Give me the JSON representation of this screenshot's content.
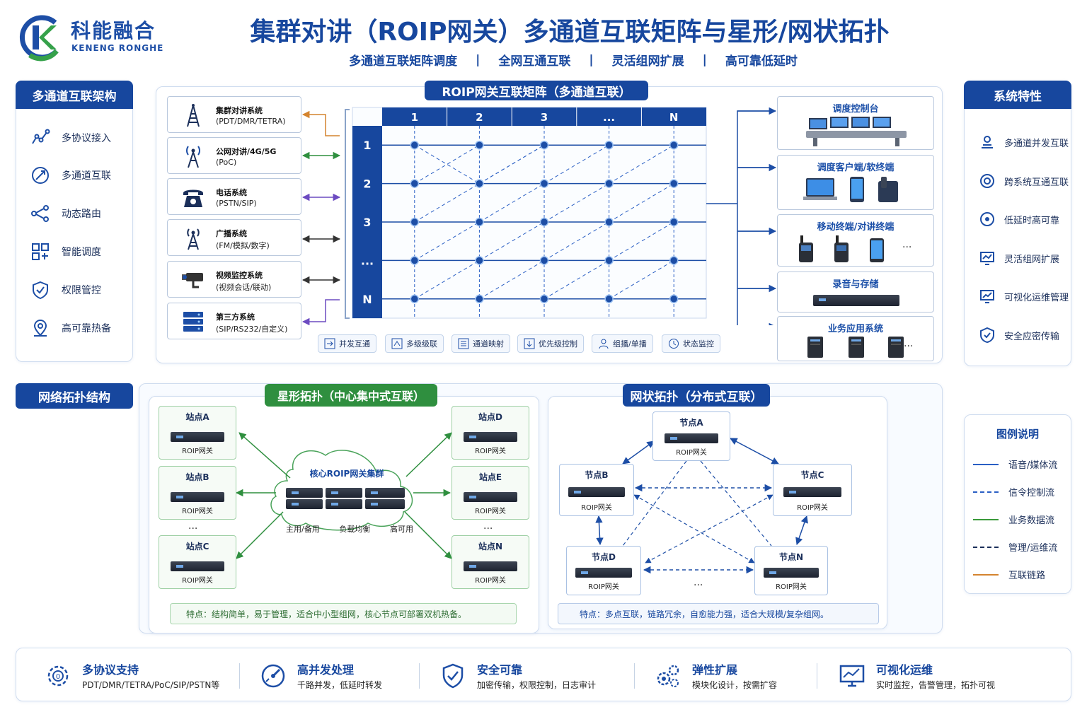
{
  "header": {
    "logo_cn": "科能融合",
    "logo_en": "KENENG RONGHE",
    "title": "集群对讲（ROIP网关）多通道互联矩阵与星形/网状拓扑",
    "subtitle_items": [
      "多通道互联矩阵调度",
      "全网互通互联",
      "灵活组网扩展",
      "高可靠低延时"
    ],
    "separator": "|"
  },
  "left_panel": {
    "title": "多通道互联架构",
    "items": [
      {
        "label": "多协议接入",
        "icon": "multi-protocol-icon"
      },
      {
        "label": "多通道互联",
        "icon": "multi-channel-icon"
      },
      {
        "label": "动态路由",
        "icon": "routing-icon"
      },
      {
        "label": "智能调度",
        "icon": "dispatch-icon"
      },
      {
        "label": "权限管控",
        "icon": "shield-icon"
      },
      {
        "label": "高可靠热备",
        "icon": "backup-icon"
      }
    ]
  },
  "matrix": {
    "title": "ROIP网关互联矩阵（多通道互联）",
    "sources": [
      {
        "name": "集群对讲系统",
        "detail": "(PDT/DMR/TETRA)",
        "icon": "radio-tower-icon"
      },
      {
        "name": "公网对讲/4G/5G",
        "detail": "(PoC)",
        "icon": "antenna-icon"
      },
      {
        "name": "电话系统",
        "detail": "(PSTN/SIP)",
        "icon": "telephone-icon"
      },
      {
        "name": "广播系统",
        "detail": "(FM/模拟/数字)",
        "icon": "broadcast-tower-icon"
      },
      {
        "name": "视频监控系统",
        "detail": "(视频会话/联动)",
        "icon": "camera-icon"
      },
      {
        "name": "第三方系统",
        "detail": "(SIP/RS232/自定义)",
        "icon": "server-icon"
      }
    ],
    "col_headers": [
      "1",
      "2",
      "3",
      "...",
      "N"
    ],
    "row_headers": [
      "1",
      "2",
      "3",
      "...",
      "N"
    ],
    "outputs": [
      {
        "name": "调度控制台",
        "icon": "console-icon"
      },
      {
        "name": "调度客户端/软终端",
        "icon": "client-devices-icon"
      },
      {
        "name": "移动终端/对讲终端",
        "icon": "handheld-icon",
        "more": "..."
      },
      {
        "name": "录音与存储",
        "icon": "recorder-icon"
      },
      {
        "name": "业务应用系统",
        "icon": "app-server-icon",
        "more": "..."
      }
    ],
    "chips": [
      "并发互通",
      "多级级联",
      "通道映射",
      "优先级控制",
      "组播/单播",
      "状态监控"
    ]
  },
  "topology": {
    "section_title": "网络拓扑结构",
    "star": {
      "title": "星形拓扑（中心集中式互联）",
      "core_title": "核心ROIP网关集群",
      "core_tags": [
        "主用/备用",
        "负载均衡",
        "高可用"
      ],
      "left_nodes": [
        "站点A",
        "站点B",
        "站点C"
      ],
      "right_nodes": [
        "站点D",
        "站点E",
        "站点N"
      ],
      "node_label": "ROIP网关",
      "ellipsis": "...",
      "note": "特点：结构简单，易于管理，适合中小型组网，核心节点可部署双机热备。"
    },
    "mesh": {
      "title": "网状拓扑（分布式互联）",
      "nodes": [
        "节点A",
        "节点B",
        "节点C",
        "节点D",
        "节点N"
      ],
      "node_label": "ROIP网关",
      "ellipsis": "...",
      "note": "特点：多点互联，链路冗余，自愈能力强，适合大规模/复杂组网。"
    }
  },
  "right_panel": {
    "title": "系统特性",
    "items": [
      {
        "label": "多通道并发互联",
        "icon": "concurrent-icon"
      },
      {
        "label": "跨系统互通互联",
        "icon": "cross-system-icon"
      },
      {
        "label": "低延时高可靠",
        "icon": "latency-icon"
      },
      {
        "label": "灵活组网扩展",
        "icon": "expand-icon"
      },
      {
        "label": "可视化运维管理",
        "icon": "monitor-icon"
      },
      {
        "label": "安全应密传输",
        "icon": "secure-icon"
      }
    ]
  },
  "legend": {
    "title": "图例说明",
    "items": [
      {
        "label": "语音/媒体流",
        "color": "#2a5fc4",
        "style": "solid"
      },
      {
        "label": "信令控制流",
        "color": "#2a5fc4",
        "style": "dashed"
      },
      {
        "label": "业务数据流",
        "color": "#3a9a3a",
        "style": "solid"
      },
      {
        "label": "管理/运维流",
        "color": "#1b2f5a",
        "style": "dashed"
      },
      {
        "label": "互联链路",
        "color": "#d4842f",
        "style": "solid"
      }
    ]
  },
  "features": [
    {
      "title": "多协议支持",
      "desc": "PDT/DMR/TETRA/PoC/SIP/PSTN等",
      "icon": "gear-chip-icon"
    },
    {
      "title": "高并发处理",
      "desc": "千路并发，低延时转发",
      "icon": "speed-icon"
    },
    {
      "title": "安全可靠",
      "desc": "加密传输，权限控制，日志审计",
      "icon": "shield-check-icon"
    },
    {
      "title": "弹性扩展",
      "desc": "模块化设计，按需扩容",
      "icon": "gears-icon"
    },
    {
      "title": "可视化运维",
      "desc": "实时监控，告警管理，拓扑可视",
      "icon": "screen-icon"
    }
  ]
}
